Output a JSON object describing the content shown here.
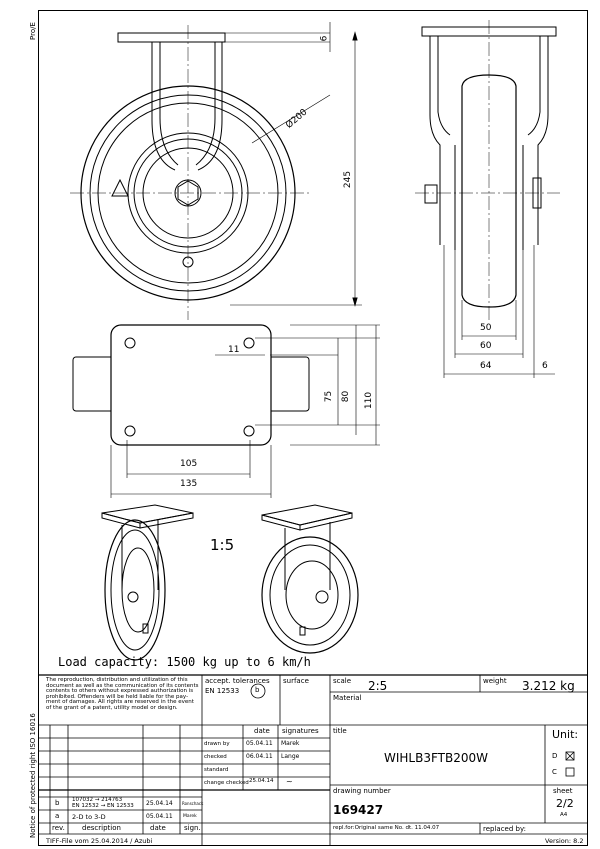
{
  "side_text": {
    "top": "Pro/E",
    "bottom": "Notice of protected right ISO 16016"
  },
  "dimensions": {
    "d6_top": "6",
    "d200": "Ø200",
    "d245": "245",
    "d50": "50",
    "d60": "60",
    "d64": "64",
    "d6_side": "6",
    "d11": "11",
    "d75": "75",
    "d80": "80",
    "d110": "110",
    "d105": "105",
    "d135": "135"
  },
  "scale_label": "1:5",
  "load_capacity": "Load capacity: 1500 kg up to 6 km/h",
  "title_block": {
    "notice": [
      "The reproduction, distribution and utilization of this",
      "document as well as the communication of its contents",
      "contents to others without expressed authorization is",
      "prohibited. Offenders will be held liable for the pay-",
      "ment of damages. All rights are reserved in the event",
      "of the grant of a patent, utility model or design."
    ],
    "accept_tolerances_label": "accept. tolerances",
    "accept_tolerances_value": "EN 12533",
    "tolerance_class": "b",
    "surface_label": "surface",
    "scale_label": "scale",
    "scale_value": "2:5",
    "weight_label": "weight",
    "weight_value": "3.212 kg",
    "material_label": "Material",
    "date_header": "date",
    "signatures_header": "signatures",
    "title_label": "title",
    "title_value": "WIHLB3FTB200W",
    "unit_label": "Unit:",
    "unit_d": "D",
    "unit_c": "C",
    "rows": [
      {
        "label": "drawn by",
        "date": "05.04.11",
        "name": "Marek"
      },
      {
        "label": "checked",
        "date": "06.04.11",
        "name": "Lange"
      },
      {
        "label": "standard",
        "date": "",
        "name": ""
      },
      {
        "label": "change checked",
        "date": "25.04.14",
        "name": "~"
      }
    ],
    "drawing_number_label": "drawing number",
    "drawing_number_value": "169427",
    "sheet_label": "sheet",
    "sheet_value": "2/2",
    "format_value": "A4",
    "repl_for": "repl.for:Original same No. dt. 11.04.07",
    "replaced_by": "replaced by:",
    "revisions": [
      {
        "rev": "b",
        "description": "107032 → 214763\nEN 12532 → EN 12533",
        "date": "25.04.14",
        "name": "Ronschack"
      },
      {
        "rev": "a",
        "description": "2-D to 3-D",
        "date": "05.04.11",
        "name": "Marek"
      }
    ],
    "rev_header": "rev.",
    "description_header": "description",
    "date_col_header": "date",
    "sign_header": "sign.",
    "tiff_note": "TIFF-File vom 25.04.2014 / Azubi",
    "version": "Version: 8.2"
  }
}
